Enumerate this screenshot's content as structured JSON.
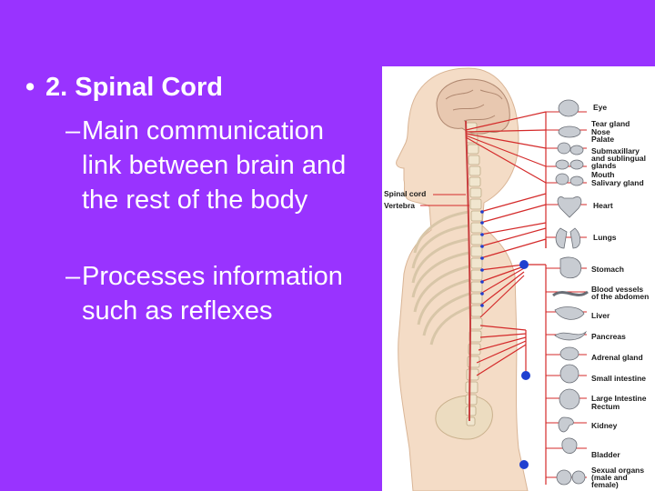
{
  "slide": {
    "bullet_main": "2. Spinal Cord",
    "sub_bullets": [
      "Main communication link between brain and the rest of the body",
      "Processes information such as reflexes"
    ]
  },
  "figure": {
    "left_labels": [
      "Spinal cord",
      "Vertebra"
    ],
    "organ_labels": [
      "Eye",
      "Tear gland",
      "Nose",
      "Palate",
      "Submaxillary and sublingual glands",
      "Mouth",
      "Salivary gland",
      "Heart",
      "Lungs",
      "Stomach",
      "Blood vessels of the abdomen",
      "Liver",
      "Pancreas",
      "Adrenal gland",
      "Small intestine",
      "Large Intestine",
      "Rectum",
      "Kidney",
      "Bladder",
      "Sexual organs (male and female)"
    ],
    "colors": {
      "background": "#9933ff",
      "nerve_lines": "#d42a2a",
      "nodes": "#1f3fd0"
    }
  }
}
